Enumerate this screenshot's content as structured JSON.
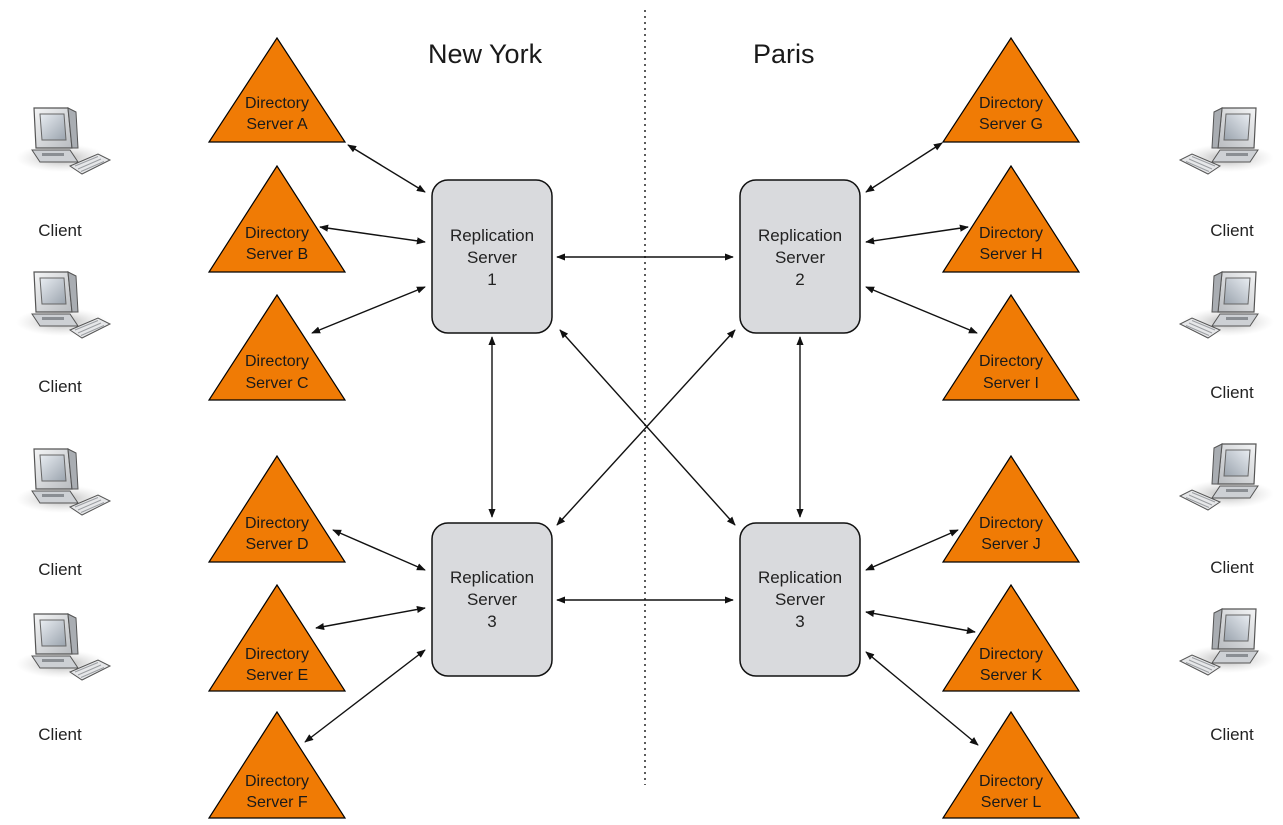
{
  "regions": {
    "left": "New York",
    "right": "Paris"
  },
  "colors": {
    "directory_fill": "#f07b05",
    "directory_stroke": "#000000",
    "replication_fill": "#d9dadd",
    "replication_stroke": "#111111",
    "link": "#111111",
    "divider": "#333333"
  },
  "replication_servers": [
    {
      "id": "rs-ny-1",
      "lines": [
        "Replication",
        "Server",
        "1"
      ]
    },
    {
      "id": "rs-paris-2",
      "lines": [
        "Replication",
        "Server",
        "2"
      ]
    },
    {
      "id": "rs-ny-3",
      "lines": [
        "Replication",
        "Server",
        "3"
      ]
    },
    {
      "id": "rs-paris-3",
      "lines": [
        "Replication",
        "Server",
        "3"
      ]
    }
  ],
  "directory_servers": [
    {
      "id": "A",
      "lines": [
        "Directory",
        "Server A"
      ]
    },
    {
      "id": "B",
      "lines": [
        "Directory",
        "Server B"
      ]
    },
    {
      "id": "C",
      "lines": [
        "Directory",
        "Server C"
      ]
    },
    {
      "id": "D",
      "lines": [
        "Directory",
        "Server D"
      ]
    },
    {
      "id": "E",
      "lines": [
        "Directory",
        "Server E"
      ]
    },
    {
      "id": "F",
      "lines": [
        "Directory",
        "Server F"
      ]
    },
    {
      "id": "G",
      "lines": [
        "Directory",
        "Server G"
      ]
    },
    {
      "id": "H",
      "lines": [
        "Directory",
        "Server H"
      ]
    },
    {
      "id": "I",
      "lines": [
        "Directory",
        "Server I"
      ]
    },
    {
      "id": "J",
      "lines": [
        "Directory",
        "Server J"
      ]
    },
    {
      "id": "K",
      "lines": [
        "Directory",
        "Server K"
      ]
    },
    {
      "id": "L",
      "lines": [
        "Directory",
        "Server L"
      ]
    }
  ],
  "clients": [
    {
      "id": "client-left-1",
      "label": "Client",
      "icon": "computer-icon"
    },
    {
      "id": "client-left-2",
      "label": "Client",
      "icon": "computer-icon"
    },
    {
      "id": "client-left-3",
      "label": "Client",
      "icon": "computer-icon"
    },
    {
      "id": "client-left-4",
      "label": "Client",
      "icon": "computer-icon"
    },
    {
      "id": "client-right-1",
      "label": "Client",
      "icon": "computer-icon"
    },
    {
      "id": "client-right-2",
      "label": "Client",
      "icon": "computer-icon"
    },
    {
      "id": "client-right-3",
      "label": "Client",
      "icon": "computer-icon"
    },
    {
      "id": "client-right-4",
      "label": "Client",
      "icon": "computer-icon"
    }
  ]
}
